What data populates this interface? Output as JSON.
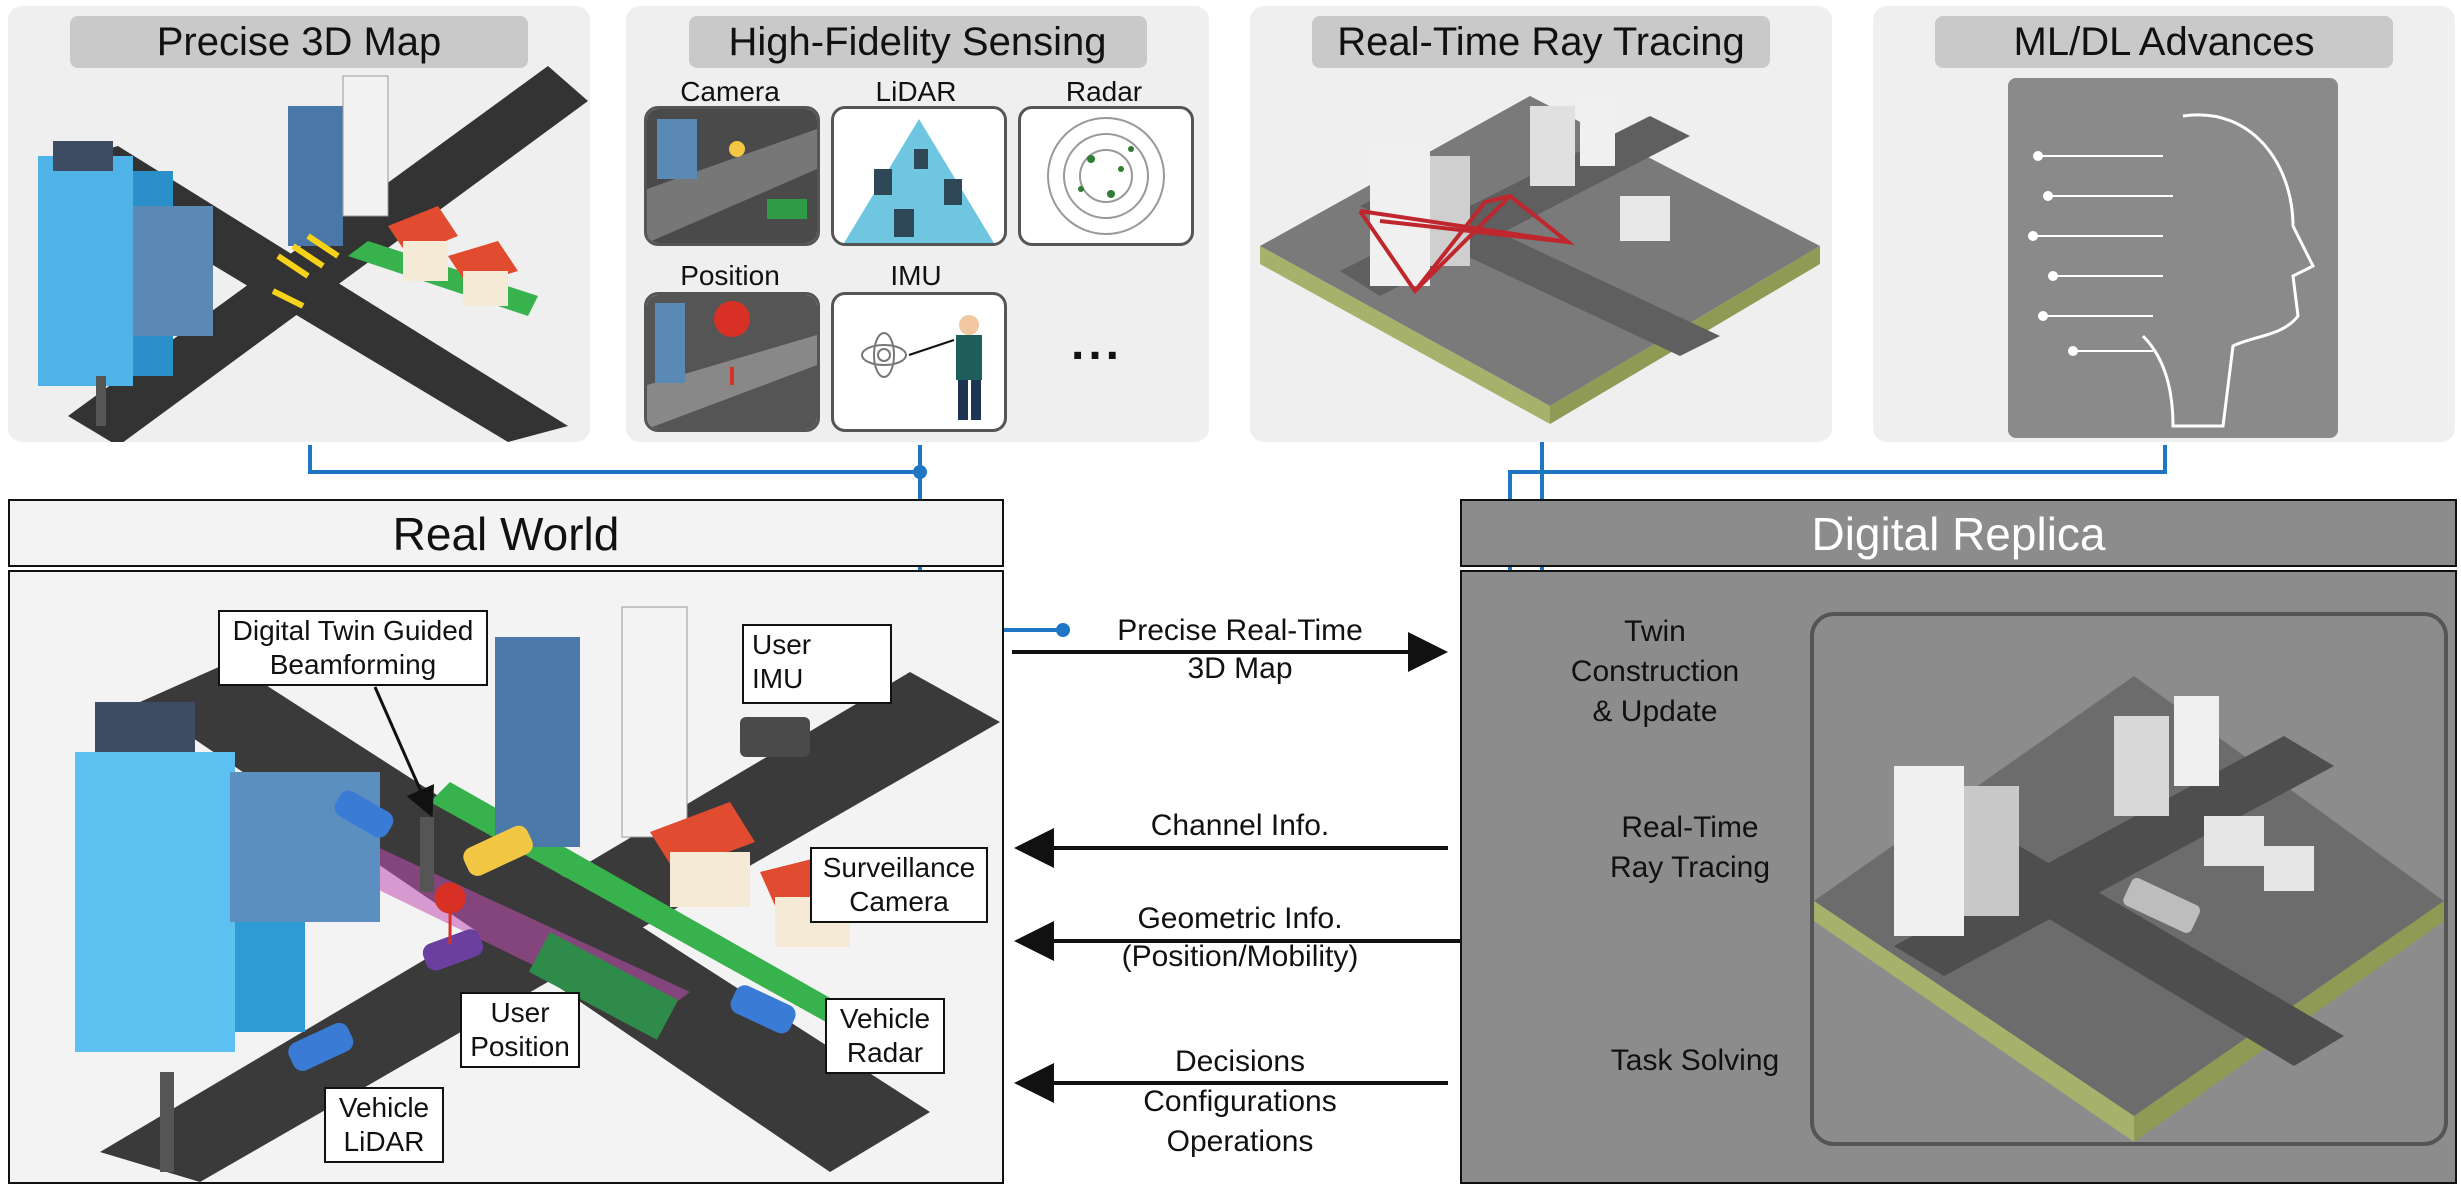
{
  "panels": {
    "map": "Precise 3D Map",
    "sensing": "High-Fidelity Sensing",
    "raytracing": "Real-Time Ray Tracing",
    "ml": "ML/DL Advances"
  },
  "sensing_items": {
    "camera": "Camera",
    "lidar": "LiDAR",
    "radar": "Radar",
    "position": "Position",
    "imu": "IMU",
    "more": "..."
  },
  "sections": {
    "real_world": "Real World",
    "digital_replica": "Digital Replica"
  },
  "real_world_labels": {
    "beamforming_l1": "Digital Twin Guided",
    "beamforming_l2": "Beamforming",
    "user_imu_l1": "User",
    "user_imu_l2": "IMU",
    "surveillance_l1": "Surveillance",
    "surveillance_l2": "Camera",
    "user_position_l1": "User",
    "user_position_l2": "Position",
    "vehicle_radar_l1": "Vehicle",
    "vehicle_radar_l2": "Radar",
    "vehicle_lidar_l1": "Vehicle",
    "vehicle_lidar_l2": "LiDAR"
  },
  "flows": {
    "map_l1": "Precise Real-Time",
    "map_l2": "3D Map",
    "channel": "Channel Info.",
    "geo_l1": "Geometric Info.",
    "geo_l2": "(Position/Mobility)",
    "dec_l1": "Decisions",
    "dec_l2": "Configurations",
    "dec_l3": "Operations"
  },
  "twin_steps": {
    "twin_l1": "Twin",
    "twin_l2": "Construction",
    "twin_l3": "& Update",
    "ray_l1": "Real-Time",
    "ray_l2": "Ray Tracing",
    "task": "Task Solving"
  },
  "colors": {
    "connector_blue": "#1f77c4",
    "ray_red": "#c0262d",
    "replica_gray": "#8c8c8c"
  }
}
